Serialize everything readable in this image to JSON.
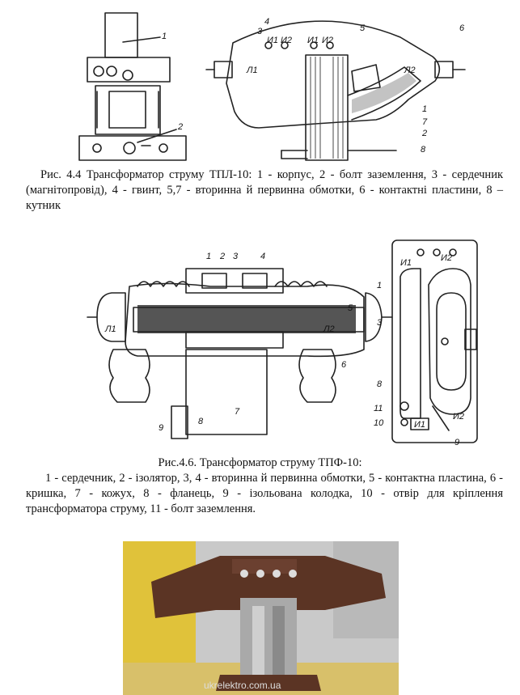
{
  "figure1": {
    "caption": "Рис. 4.4 Трансформатор струму ТПЛ-10: 1 - корпус, 2 - болт заземлення, 3 - сердечник (магнітопровід), 4 - гвинт, 5,7 - вторинна й первинна обмотки, 6 - контактні пластини, 8 – кутник",
    "labels": {
      "n1": "1",
      "n2": "2",
      "n3": "3",
      "n4": "4",
      "n5": "5",
      "n6": "6",
      "n7": "7",
      "n8": "8",
      "n1b": "1",
      "n2b": "2",
      "i1a": "И1",
      "i2a": "И2",
      "i1b": "И1",
      "i2b": "И2",
      "l1": "Л1",
      "l2": "Л2"
    }
  },
  "figure2": {
    "title": "Рис.4.6. Трансформатор струму ТПФ-10:",
    "caption": "1 - сердечник, 2 - ізолятор, 3, 4 - вторинна й первинна обмотки, 5 - контактна пластина, 6 - кришка, 7 - кожух, 8 - фланець, 9 - ізольована колодка, 10 - отвір для кріплення трансформатора струму, 11 - болт заземлення.",
    "labels": {
      "n1": "1",
      "n2": "2",
      "n3": "3",
      "n4": "4",
      "n5": "5",
      "n6": "6",
      "n7": "7",
      "n8": "8",
      "n9": "9",
      "l1": "Л1",
      "l2": "Л2",
      "r1": "1",
      "r3": "3",
      "r8": "8",
      "r9": "9",
      "r10": "10",
      "r11": "11",
      "ri1": "И1",
      "ri2": "И2",
      "ri1b": "И1",
      "ri2b": "И2"
    }
  },
  "photo": {
    "watermark": "ukrelektro.com.ua",
    "colors": {
      "body": "#5b3424",
      "sky": "#c9c9c9",
      "floor": "#d8c06a",
      "core": "#a9a9a9"
    }
  }
}
